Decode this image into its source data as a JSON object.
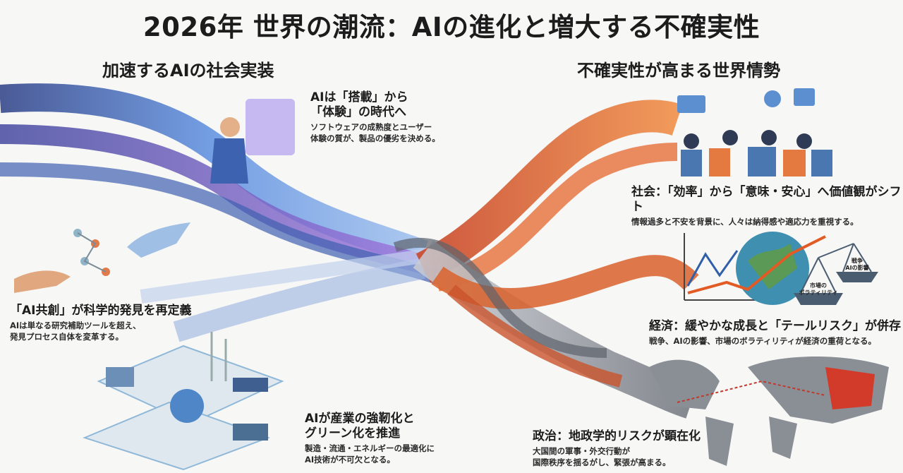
{
  "title": "2026年 世界の潮流：AIの進化と増大する不確実性",
  "left_section": {
    "heading": "加速するAIの社会実装"
  },
  "right_section": {
    "heading": "不確実性が高まる世界情勢"
  },
  "captions": {
    "experience": {
      "heading_line1": "AIは「搭載」から",
      "heading_line2": "「体験」の時代へ",
      "body_line1": "ソフトウェアの成熟度とユーザー",
      "body_line2": "体験の質が、製品の優劣を決める。"
    },
    "science": {
      "heading": "「AI共創」が科学的発見を再定義",
      "body_line1": "AIは単なる研究補助ツールを超え、",
      "body_line2": "発見プロセス自体を変革する。"
    },
    "industry": {
      "heading_line1": "AIが産業の強靭化と",
      "heading_line2": "グリーン化を推進",
      "body_line1": "製造・流通・エネルギーの最適化に",
      "body_line2": "AI技術が不可欠となる。"
    },
    "society": {
      "heading": "社会：「効率」から「意味・安心」へ価値観がシフト",
      "body": "情報過多と不安を背景に、人々は納得感や適応力を重視する。"
    },
    "economy": {
      "heading": "経済：緩やかな成長と「テールリスク」が併存",
      "body": "戦争、AIの影響、市場のボラティリティが経済の重荷となる。"
    },
    "politics": {
      "heading": "政治：地政学的リスクが顕在化",
      "body_line1": "大国間の軍事・外交行動が",
      "body_line2": "国際秩序を揺るがし、緊張が高まる。"
    }
  },
  "scale_labels": {
    "left_line1": "市場の",
    "left_line2": "ボラティリティ",
    "right_line1": "戦争",
    "right_line2": "AIの影響"
  },
  "colors": {
    "ai_blue": "#4a78c8",
    "ai_purple": "#8a5cd0",
    "risk_orange": "#e06a2c",
    "risk_gray": "#8a8f96",
    "map_red": "#d23a2a"
  }
}
